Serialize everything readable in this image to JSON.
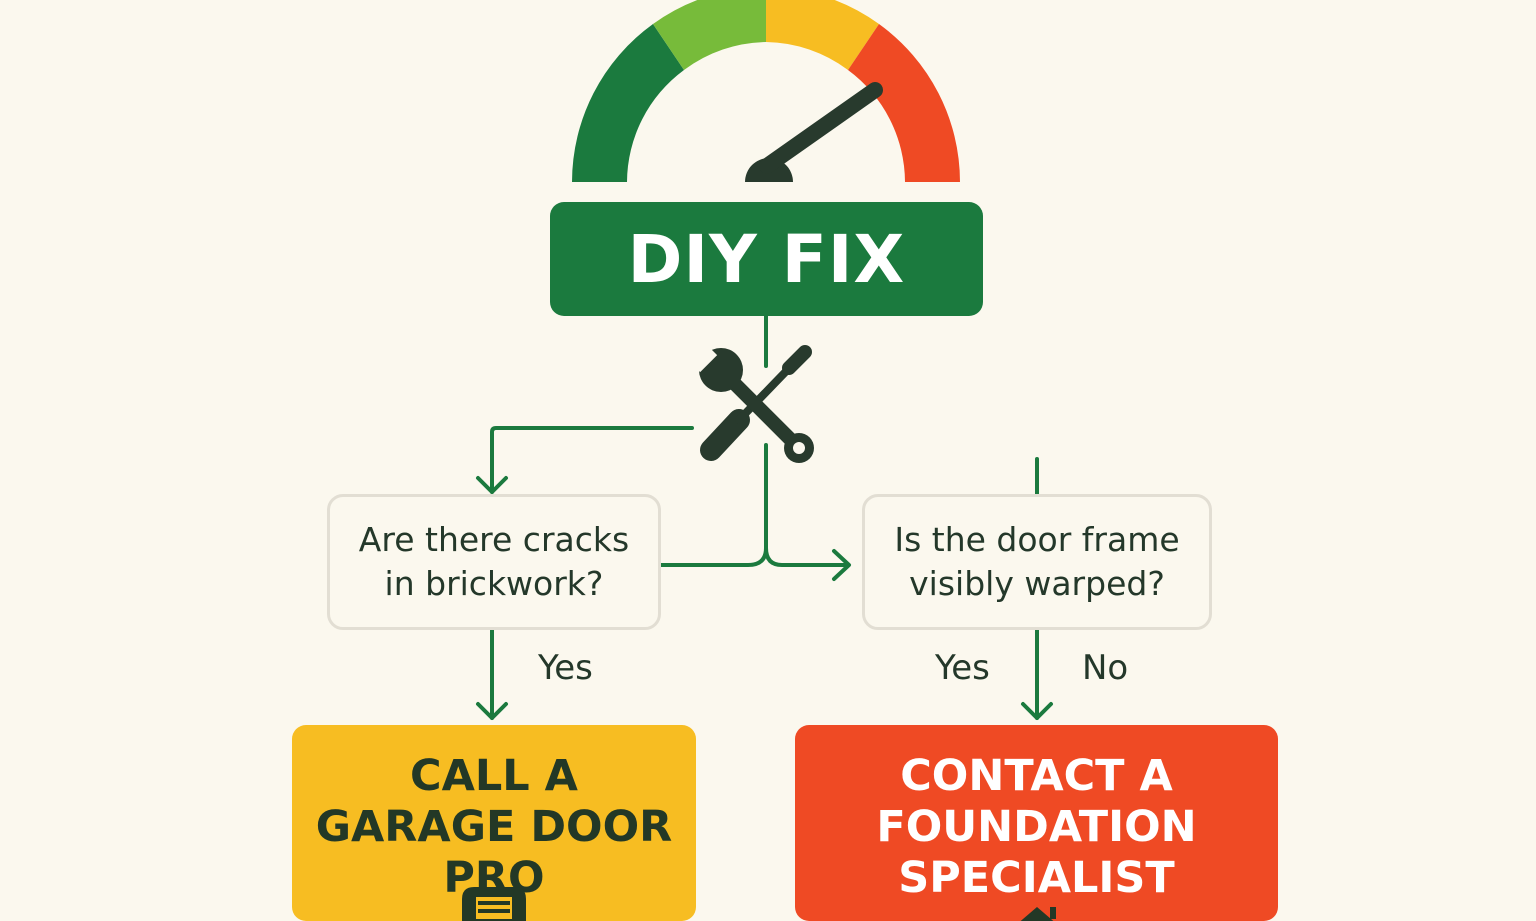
{
  "gauge": {
    "segment_colors": [
      "#1b7a3e",
      "#77bb3a",
      "#f7bd22",
      "#ef4a24"
    ],
    "needle_color": "#283a2d",
    "icon": "gauge-icon"
  },
  "nodes": {
    "diy": {
      "label": "DIY FIX",
      "color": "#1b7a3e"
    },
    "tools_icon": "wrench-screwdriver-icon",
    "question_cracks": {
      "line1": "Are there cracks",
      "line2": "in brickwork?"
    },
    "question_frame": {
      "line1": "Is the door frame",
      "line2": "visibly warped?"
    },
    "garage_pro": {
      "line1": "CALL A",
      "line2": "GARAGE DOOR",
      "line3": "PRO",
      "color": "#f7bd22",
      "icon": "garage-door-icon"
    },
    "foundation": {
      "line1": "CONTACT A",
      "line2": "FOUNDATION",
      "line3": "SPECIALIST",
      "color": "#ef4a24",
      "icon": "house-icon"
    }
  },
  "edge_labels": {
    "cracks_yes": "Yes",
    "frame_yes": "Yes",
    "frame_no": "No"
  },
  "connector_color": "#1b7a3e"
}
